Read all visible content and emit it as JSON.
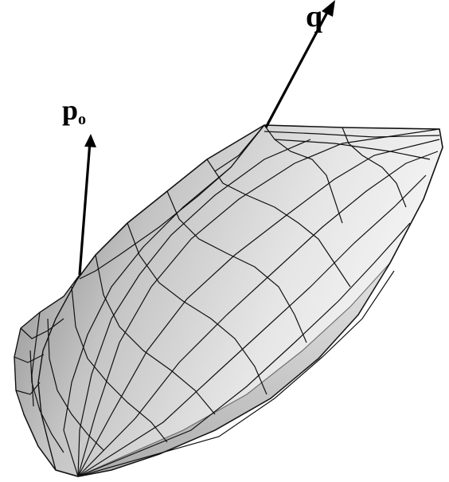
{
  "labels": {
    "q": "q",
    "p_main": "p",
    "p_sub": "o"
  },
  "colors": {
    "shade_light": "#f4f4f4",
    "shade_mid": "#bdbdbd",
    "shade_dark": "#6e6e6e",
    "mesh_line": "#111111",
    "arrow": "#000000"
  }
}
